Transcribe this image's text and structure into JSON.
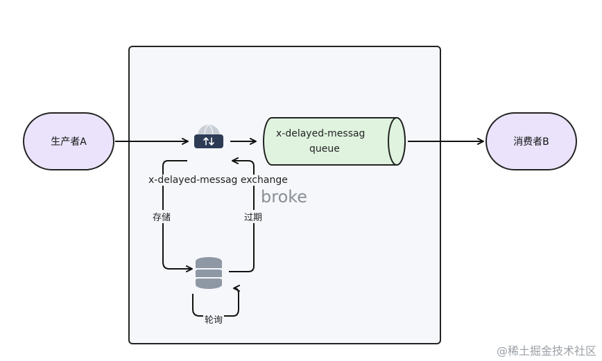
{
  "watermark": "",
  "producer": {
    "label": "生产者A"
  },
  "consumer": {
    "label": "消费者B"
  },
  "exchange": {
    "label": "x-delayed-messag exchange",
    "icon": "exchange-icon"
  },
  "queue": {
    "line1": "x-delayed-messag",
    "line2": "queue"
  },
  "broker": {
    "label": "broke"
  },
  "storage": {
    "icon": "database-icon"
  },
  "edges": {
    "store": "存储",
    "expire": "过期",
    "poll": "轮询"
  },
  "footer": {
    "brand": "@稀土掘金技术社区"
  },
  "colors": {
    "actor_fill": "#eae3fb",
    "queue_fill": "#dff3df",
    "broker_fill": "#f5f7fa",
    "exchange_icon": "#2d3b55",
    "db_icon": "#8e97a4"
  }
}
